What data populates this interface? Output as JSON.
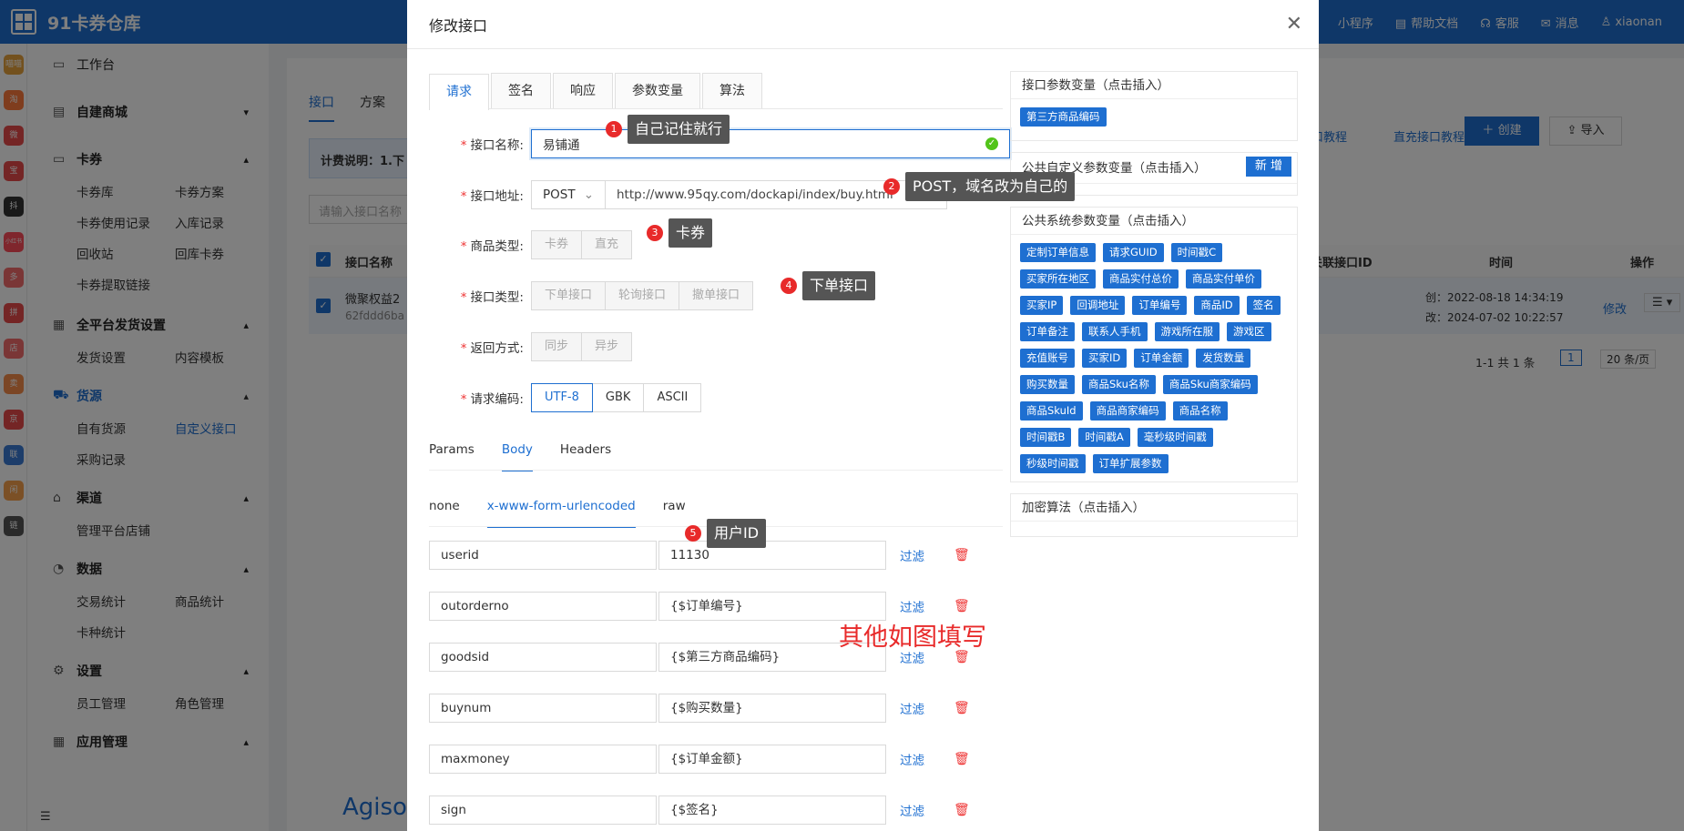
{
  "app": {
    "title": "91卡券仓库"
  },
  "topnav": {
    "miniapp": "小程序",
    "help": "帮助文档",
    "service": "客服",
    "messages": "消息",
    "user": "xiaonan"
  },
  "appstrip": [
    "喵喵",
    "淘",
    "微",
    "宝",
    "抖",
    "小红书",
    "多",
    "拼",
    "店",
    "卖",
    "京",
    "联",
    "闲",
    "链"
  ],
  "sidebar": {
    "workbench": "工作台",
    "mall": "自建商城",
    "voucher": {
      "label": "卡券",
      "items": [
        "卡券库",
        "卡券方案",
        "卡券使用记录",
        "入库记录",
        "回收站",
        "回库卡券",
        "卡券提取链接"
      ]
    },
    "shipping": {
      "label": "全平台发货设置",
      "items": [
        "发货设置",
        "内容模板"
      ]
    },
    "supply": {
      "label": "货源",
      "items": [
        "自有货源",
        "自定义接口",
        "采购记录"
      ]
    },
    "channel": {
      "label": "渠道",
      "items": [
        "管理平台店铺"
      ]
    },
    "data": {
      "label": "数据",
      "items": [
        "交易统计",
        "商品统计",
        "卡种统计"
      ]
    },
    "settings": {
      "label": "设置",
      "items": [
        "员工管理",
        "角色管理"
      ]
    },
    "apps": {
      "label": "应用管理"
    }
  },
  "bg": {
    "tabs": [
      "接口",
      "方案"
    ],
    "billing": "计费说明：1.下",
    "search_placeholder": "请输入接口名称",
    "links": [
      "卡券采购接口教程",
      "直充接口教程"
    ],
    "create": "创建",
    "import": "导入",
    "cols": [
      "接口名称",
      "关联接口ID",
      "时间",
      "操作"
    ],
    "row": {
      "name": "微聚权益2",
      "id": "62fddd6ba",
      "created": "创：2022-08-18 14:34:19",
      "modified": "改：2024-07-02 10:22:57",
      "edit": "修改"
    },
    "pager": {
      "summary": "1-1 共 1 条",
      "page": "1",
      "size": "20 条/页"
    },
    "footer_logo": "Agiso"
  },
  "modal": {
    "title": "修改接口",
    "tabs": [
      "请求",
      "签名",
      "响应",
      "参数变量",
      "算法"
    ],
    "fields": {
      "name": {
        "label": "接口名称:",
        "value": "易铺通"
      },
      "url": {
        "label": "接口地址:",
        "method": "POST",
        "value": "http://www.95qy.com/dockapi/index/buy.html"
      },
      "product_type": {
        "label": "商品类型:",
        "options": [
          "卡券",
          "直充"
        ]
      },
      "interface_type": {
        "label": "接口类型:",
        "options": [
          "下单接口",
          "轮询接口",
          "撤单接口"
        ]
      },
      "return_mode": {
        "label": "返回方式:",
        "options": [
          "同步",
          "异步"
        ]
      },
      "encoding": {
        "label": "请求编码:",
        "options": [
          "UTF-8",
          "GBK",
          "ASCII"
        ],
        "selected": "UTF-8"
      }
    },
    "subtabs": [
      "Params",
      "Body",
      "Headers"
    ],
    "body_modes": [
      "none",
      "x-www-form-urlencoded",
      "raw"
    ],
    "params": [
      {
        "key": "userid",
        "value": "11130"
      },
      {
        "key": "outorderno",
        "value": "{$订单编号}"
      },
      {
        "key": "goodsid",
        "value": "{$第三方商品编码}"
      },
      {
        "key": "buynum",
        "value": "{$购买数量}"
      },
      {
        "key": "maxmoney",
        "value": "{$订单金额}"
      },
      {
        "key": "sign",
        "value": "{$签名}"
      }
    ],
    "filter_label": "过滤",
    "right": {
      "iface_vars": {
        "title": "接口参数变量（点击插入）",
        "chips": [
          "第三方商品编码"
        ]
      },
      "custom_vars": {
        "title": "公共自定义参数变量（点击插入）",
        "new": "新 增"
      },
      "system_vars": {
        "title": "公共系统参数变量（点击插入）",
        "chips": [
          "定制订单信息",
          "请求GUID",
          "时间戳C",
          "买家所在地区",
          "商品实付总价",
          "商品实付单价",
          "买家IP",
          "回调地址",
          "订单编号",
          "商品ID",
          "签名",
          "订单备注",
          "联系人手机",
          "游戏所在服",
          "游戏区",
          "充值账号",
          "买家ID",
          "订单金额",
          "发货数量",
          "购买数量",
          "商品Sku名称",
          "商品Sku商家编码",
          "商品SkuId",
          "商品商家编码",
          "商品名称",
          "时间戳B",
          "时间戳A",
          "毫秒级时间戳",
          "秒级时间戳",
          "订单扩展参数"
        ]
      },
      "crypto": {
        "title": "加密算法（点击插入）"
      }
    }
  },
  "annotations": [
    {
      "num": "1",
      "text": "自己记住就行"
    },
    {
      "num": "2",
      "text": "POST，域名改为自己的"
    },
    {
      "num": "3",
      "text": "卡券"
    },
    {
      "num": "4",
      "text": "下单接口"
    },
    {
      "num": "5",
      "text": "用户ID"
    }
  ],
  "note": "其他如图填写",
  "colors": {
    "primary": "#1e6fd1",
    "annotation_red": "#e82a2a",
    "required": "#e33"
  }
}
